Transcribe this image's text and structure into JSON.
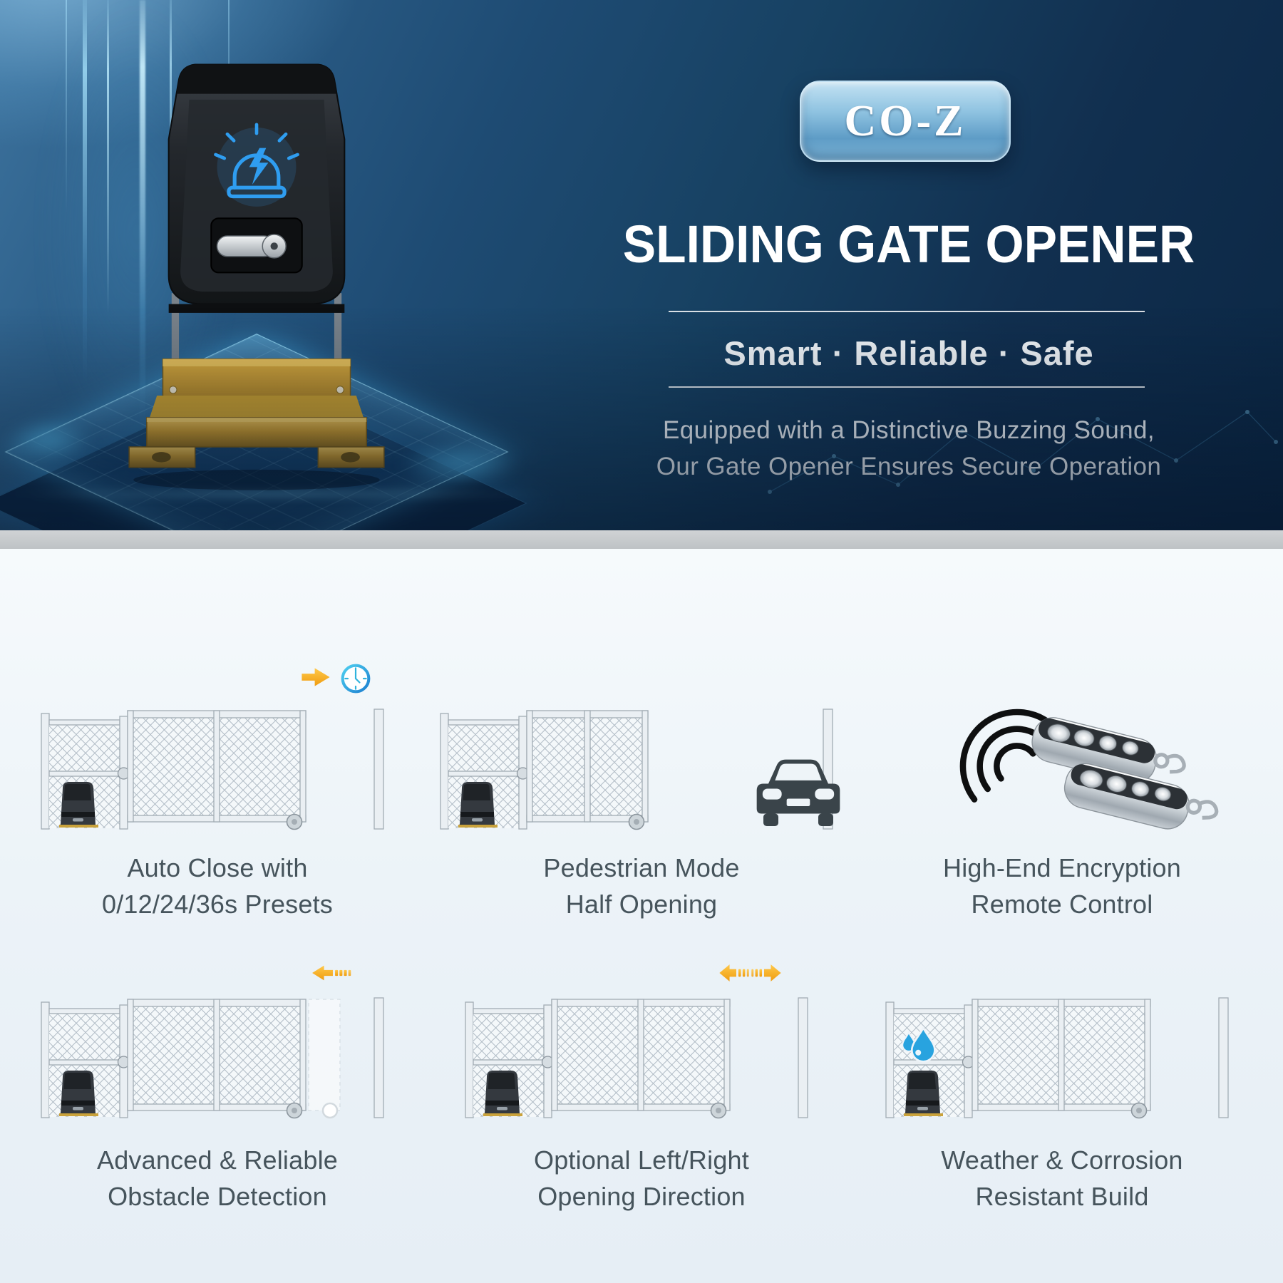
{
  "brand": {
    "logo_text": "CO-Z"
  },
  "hero": {
    "title": "SLIDING GATE OPENER",
    "tagline": "Smart · Reliable · Safe",
    "description_line1": "Equipped with a Distinctive Buzzing Sound,",
    "description_line2": "Our Gate Opener Ensures Secure Operation"
  },
  "features": [
    {
      "line1": "Auto Close with",
      "line2": "0/12/24/36s Presets",
      "icons": [
        "arrow-right-icon",
        "clock-icon",
        "sliding-gate-diagram"
      ]
    },
    {
      "line1": "Pedestrian Mode",
      "line2": "Half Opening",
      "icons": [
        "car-icon",
        "sliding-gate-diagram"
      ]
    },
    {
      "line1": "High-End Encryption",
      "line2": "Remote Control",
      "icons": [
        "signal-waves-icon",
        "remote-fob-icon"
      ]
    },
    {
      "line1": "Advanced & Reliable",
      "line2": "Obstacle Detection",
      "icons": [
        "arrow-left-striped-icon",
        "sliding-gate-diagram"
      ]
    },
    {
      "line1": "Optional Left/Right",
      "line2": "Opening Direction",
      "icons": [
        "arrows-left-right-icon",
        "sliding-gate-diagram"
      ]
    },
    {
      "line1": "Weather & Corrosion",
      "line2": "Resistant Build",
      "icons": [
        "water-drop-icon",
        "sliding-gate-diagram"
      ]
    }
  ],
  "colors": {
    "hero_navy": "#174162",
    "brand_badge_blue": "#8fc3e1",
    "accent_orange": "#f5a623",
    "accent_cyan": "#35b9e6",
    "gold": "#c8992f",
    "caption_text": "#46545c",
    "light_section_bg": "#ecf3f8"
  }
}
